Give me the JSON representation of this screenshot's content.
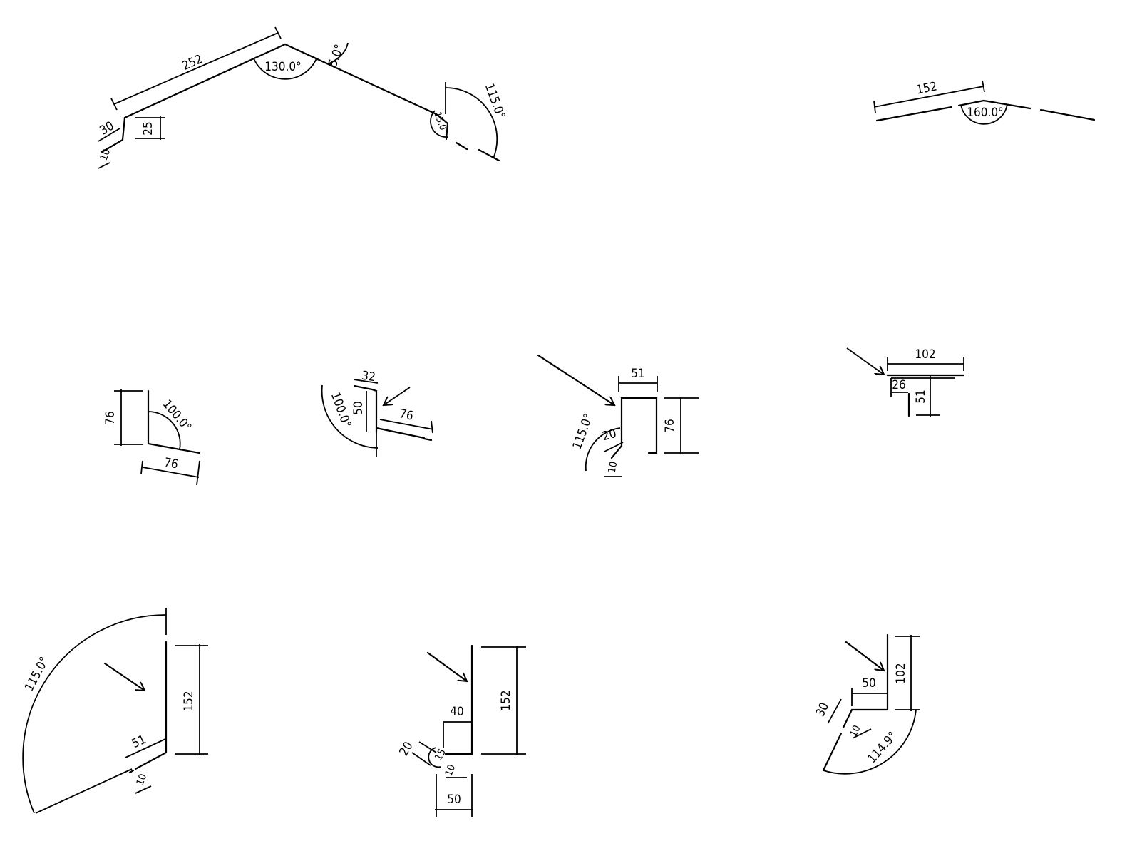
{
  "drawing": {
    "colors": {
      "line": "#000000",
      "background": "#ffffff"
    },
    "profiles": [
      {
        "name": "ridge-flashing",
        "labels": {
          "length": "252",
          "apex_angle": "130.0°",
          "small_angle": "5.0°",
          "end_angle": "115.0°",
          "end_small_angle": "15.0",
          "return": "30",
          "drop": "25",
          "hem": "10"
        }
      },
      {
        "name": "shallow-ridge",
        "labels": {
          "length": "152",
          "angle": "160.0°"
        }
      },
      {
        "name": "angle-trim",
        "labels": {
          "height": "76",
          "width": "76",
          "angle": "100.0°"
        }
      },
      {
        "name": "drip-edge",
        "labels": {
          "top": "32",
          "height": "50",
          "width": "76",
          "angle": "100.0°"
        }
      },
      {
        "name": "channel-trim",
        "labels": {
          "width": "51",
          "height": "76",
          "angle": "115.0°",
          "kick": "20",
          "hem": "10"
        }
      },
      {
        "name": "t-trim",
        "labels": {
          "width": "102",
          "offset": "26",
          "height": "51"
        }
      },
      {
        "name": "large-flashing",
        "labels": {
          "angle": "115.0°",
          "height": "152",
          "kick": "51",
          "hem": "10"
        }
      },
      {
        "name": "step-flashing",
        "labels": {
          "step": "40",
          "height": "152",
          "kick": "20",
          "angle": "15",
          "hem": "10",
          "base": "50"
        }
      },
      {
        "name": "offset-flashing",
        "labels": {
          "height": "102",
          "step": "50",
          "kick": "30",
          "hem": "10",
          "angle": "114.9°"
        }
      }
    ]
  }
}
